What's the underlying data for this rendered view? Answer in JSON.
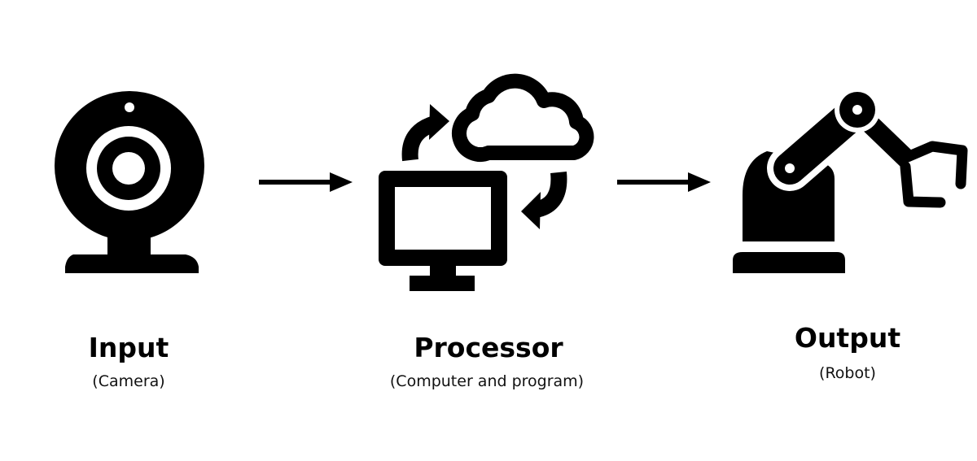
{
  "stages": [
    {
      "title": "Input",
      "subtitle": "(Camera)",
      "icon": "webcam-icon"
    },
    {
      "title": "Processor",
      "subtitle": "(Computer and program)",
      "icon": "computer-cloud-sync-icon"
    },
    {
      "title": "Output",
      "subtitle": "(Robot)",
      "icon": "robot-arm-icon"
    }
  ],
  "connectors": [
    "arrow-right-icon",
    "arrow-right-icon"
  ],
  "colors": {
    "foreground": "#000000",
    "background": "#ffffff"
  }
}
